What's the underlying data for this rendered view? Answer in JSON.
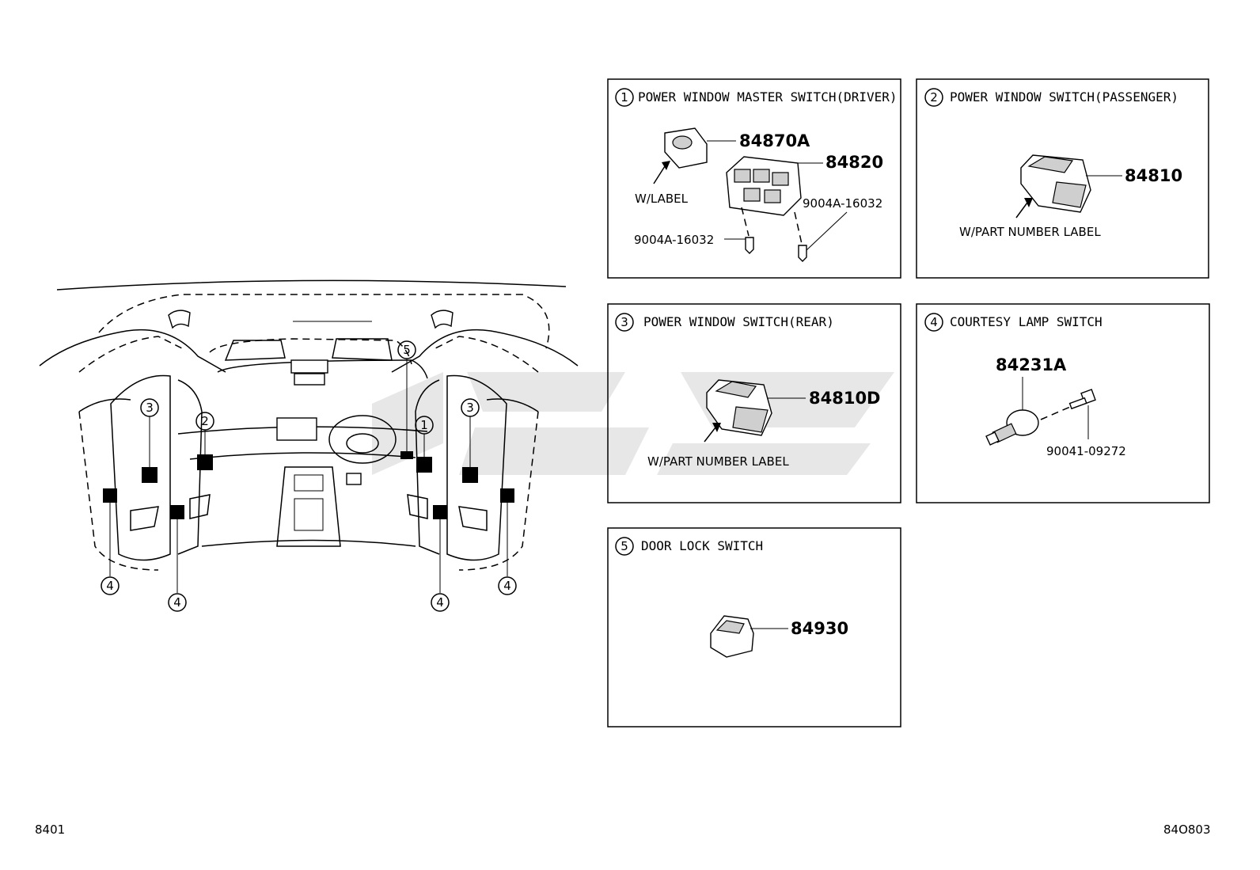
{
  "panels": [
    {
      "num": "1",
      "title": "POWER WINDOW MASTER SWITCH(DRIVER)",
      "parts": [
        "84870A",
        "84820",
        "9004A-16032",
        "9004A-16032"
      ],
      "notes": [
        "W/LABEL"
      ]
    },
    {
      "num": "2",
      "title": "POWER WINDOW SWITCH(PASSENGER)",
      "parts": [
        "84810"
      ],
      "notes": [
        "W/PART NUMBER LABEL"
      ]
    },
    {
      "num": "3",
      "title": "POWER WINDOW SWITCH(REAR)",
      "parts": [
        "84810D"
      ],
      "notes": [
        "W/PART NUMBER LABEL"
      ]
    },
    {
      "num": "4",
      "title": "COURTESY LAMP SWITCH",
      "parts": [
        "84231A",
        "90041-09272"
      ],
      "notes": []
    },
    {
      "num": "5",
      "title": "DOOR LOCK SWITCH",
      "parts": [
        "84930"
      ],
      "notes": []
    }
  ],
  "overview": {
    "callouts": [
      "3",
      "2",
      "5",
      "1",
      "3",
      "4",
      "4",
      "4",
      "4"
    ]
  },
  "footer": {
    "left_code": "8401",
    "right_code": "84O803"
  }
}
